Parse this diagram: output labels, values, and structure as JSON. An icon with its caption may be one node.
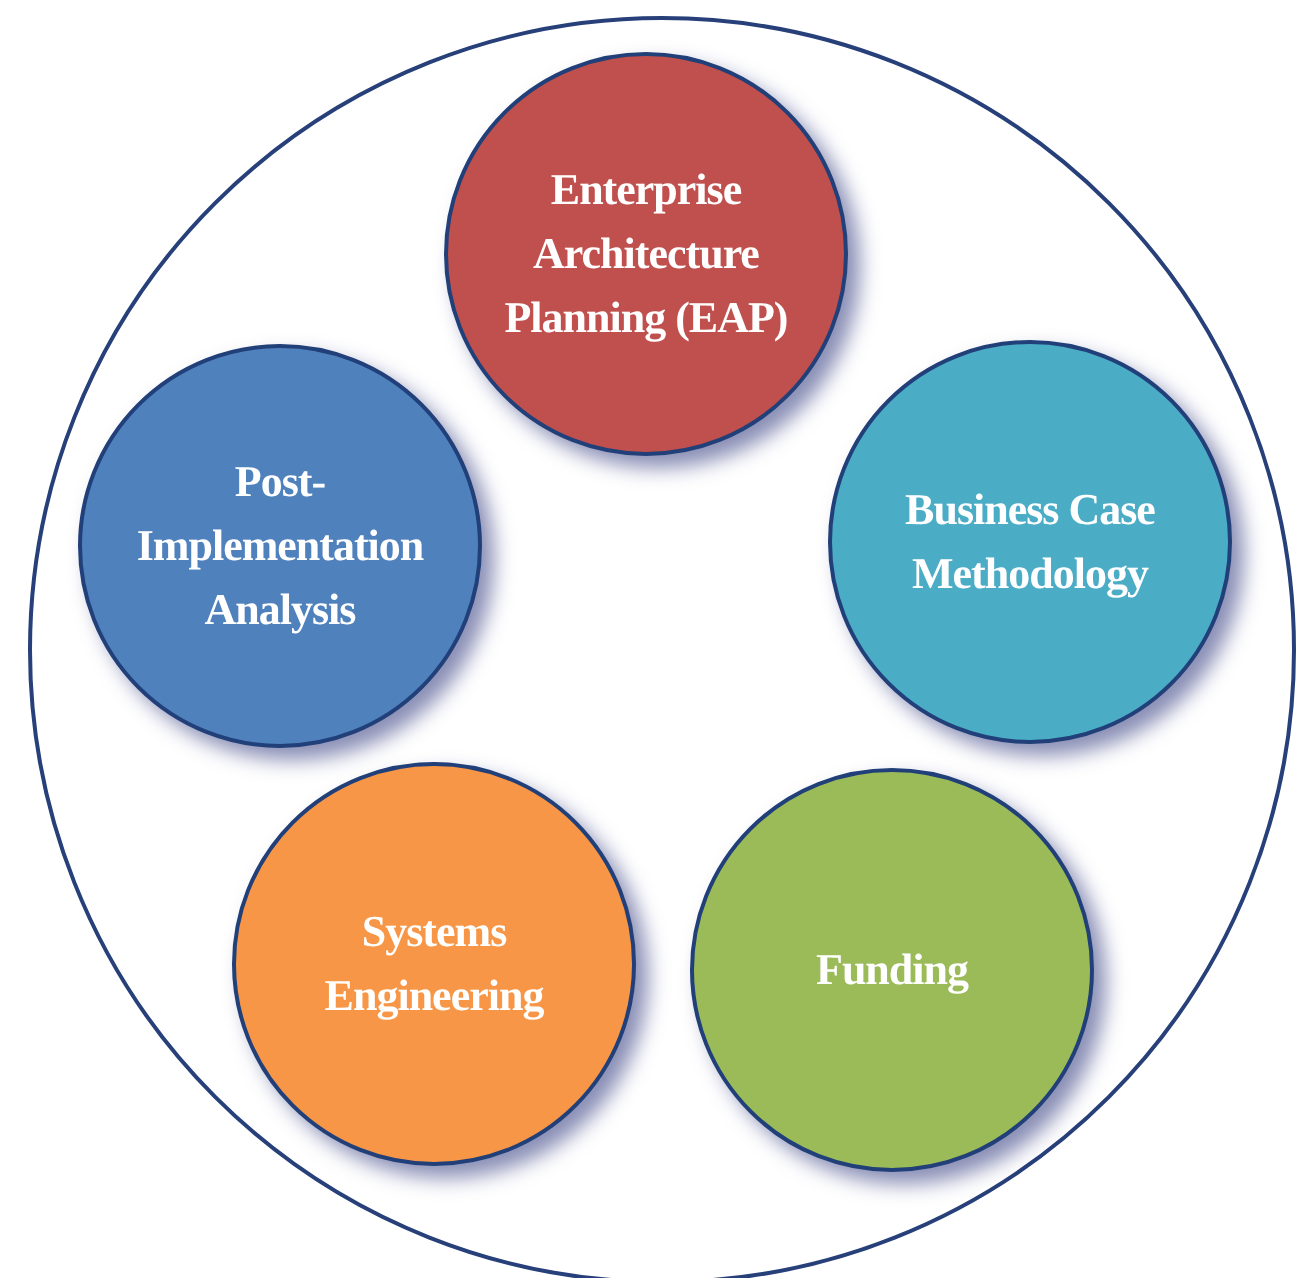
{
  "diagram": {
    "nodes": [
      {
        "text": [],
        "shape": "circle"
      },
      {
        "text": [
          "Enterprise Architecture Planning (EAP)"
        ],
        "in": 0
      },
      {
        "text": [
          "Post-Implementation Analysis"
        ],
        "in": 0
      },
      {
        "text": [
          "Business Case Methodology"
        ],
        "in": 0
      },
      {
        "text": [
          "Systems Engineering"
        ],
        "in": 0
      },
      {
        "text": [
          "Funding"
        ],
        "in": 0
      }
    ],
    "edges": []
  }
}
